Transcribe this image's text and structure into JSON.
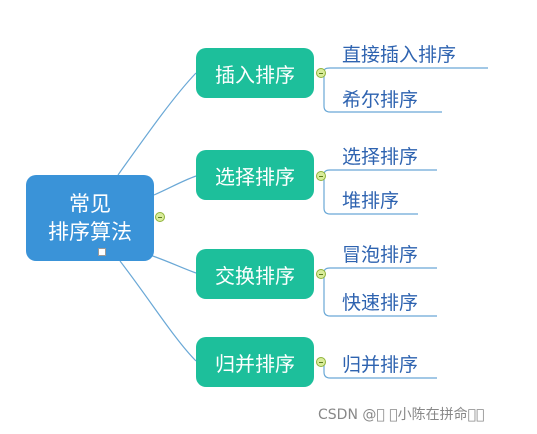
{
  "mindmap": {
    "root": {
      "line1": "常见",
      "line2": "排序算法"
    },
    "branches": [
      {
        "label": "插入排序",
        "children": [
          "直接插入排序",
          "希尔排序"
        ]
      },
      {
        "label": "选择排序",
        "children": [
          "选择排序",
          "堆排序"
        ]
      },
      {
        "label": "交换排序",
        "children": [
          "冒泡排序",
          "快速排序"
        ]
      },
      {
        "label": "归并排序",
        "children": [
          "归并排序"
        ]
      }
    ]
  },
  "watermark": "CSDN @\u0000 \u0000小陈在拼命\u0000\u0000",
  "colors": {
    "root": "#3a93d8",
    "branch": "#1dbf9b",
    "leaf_text": "#2e63b0",
    "line": "#6aa8d6"
  }
}
